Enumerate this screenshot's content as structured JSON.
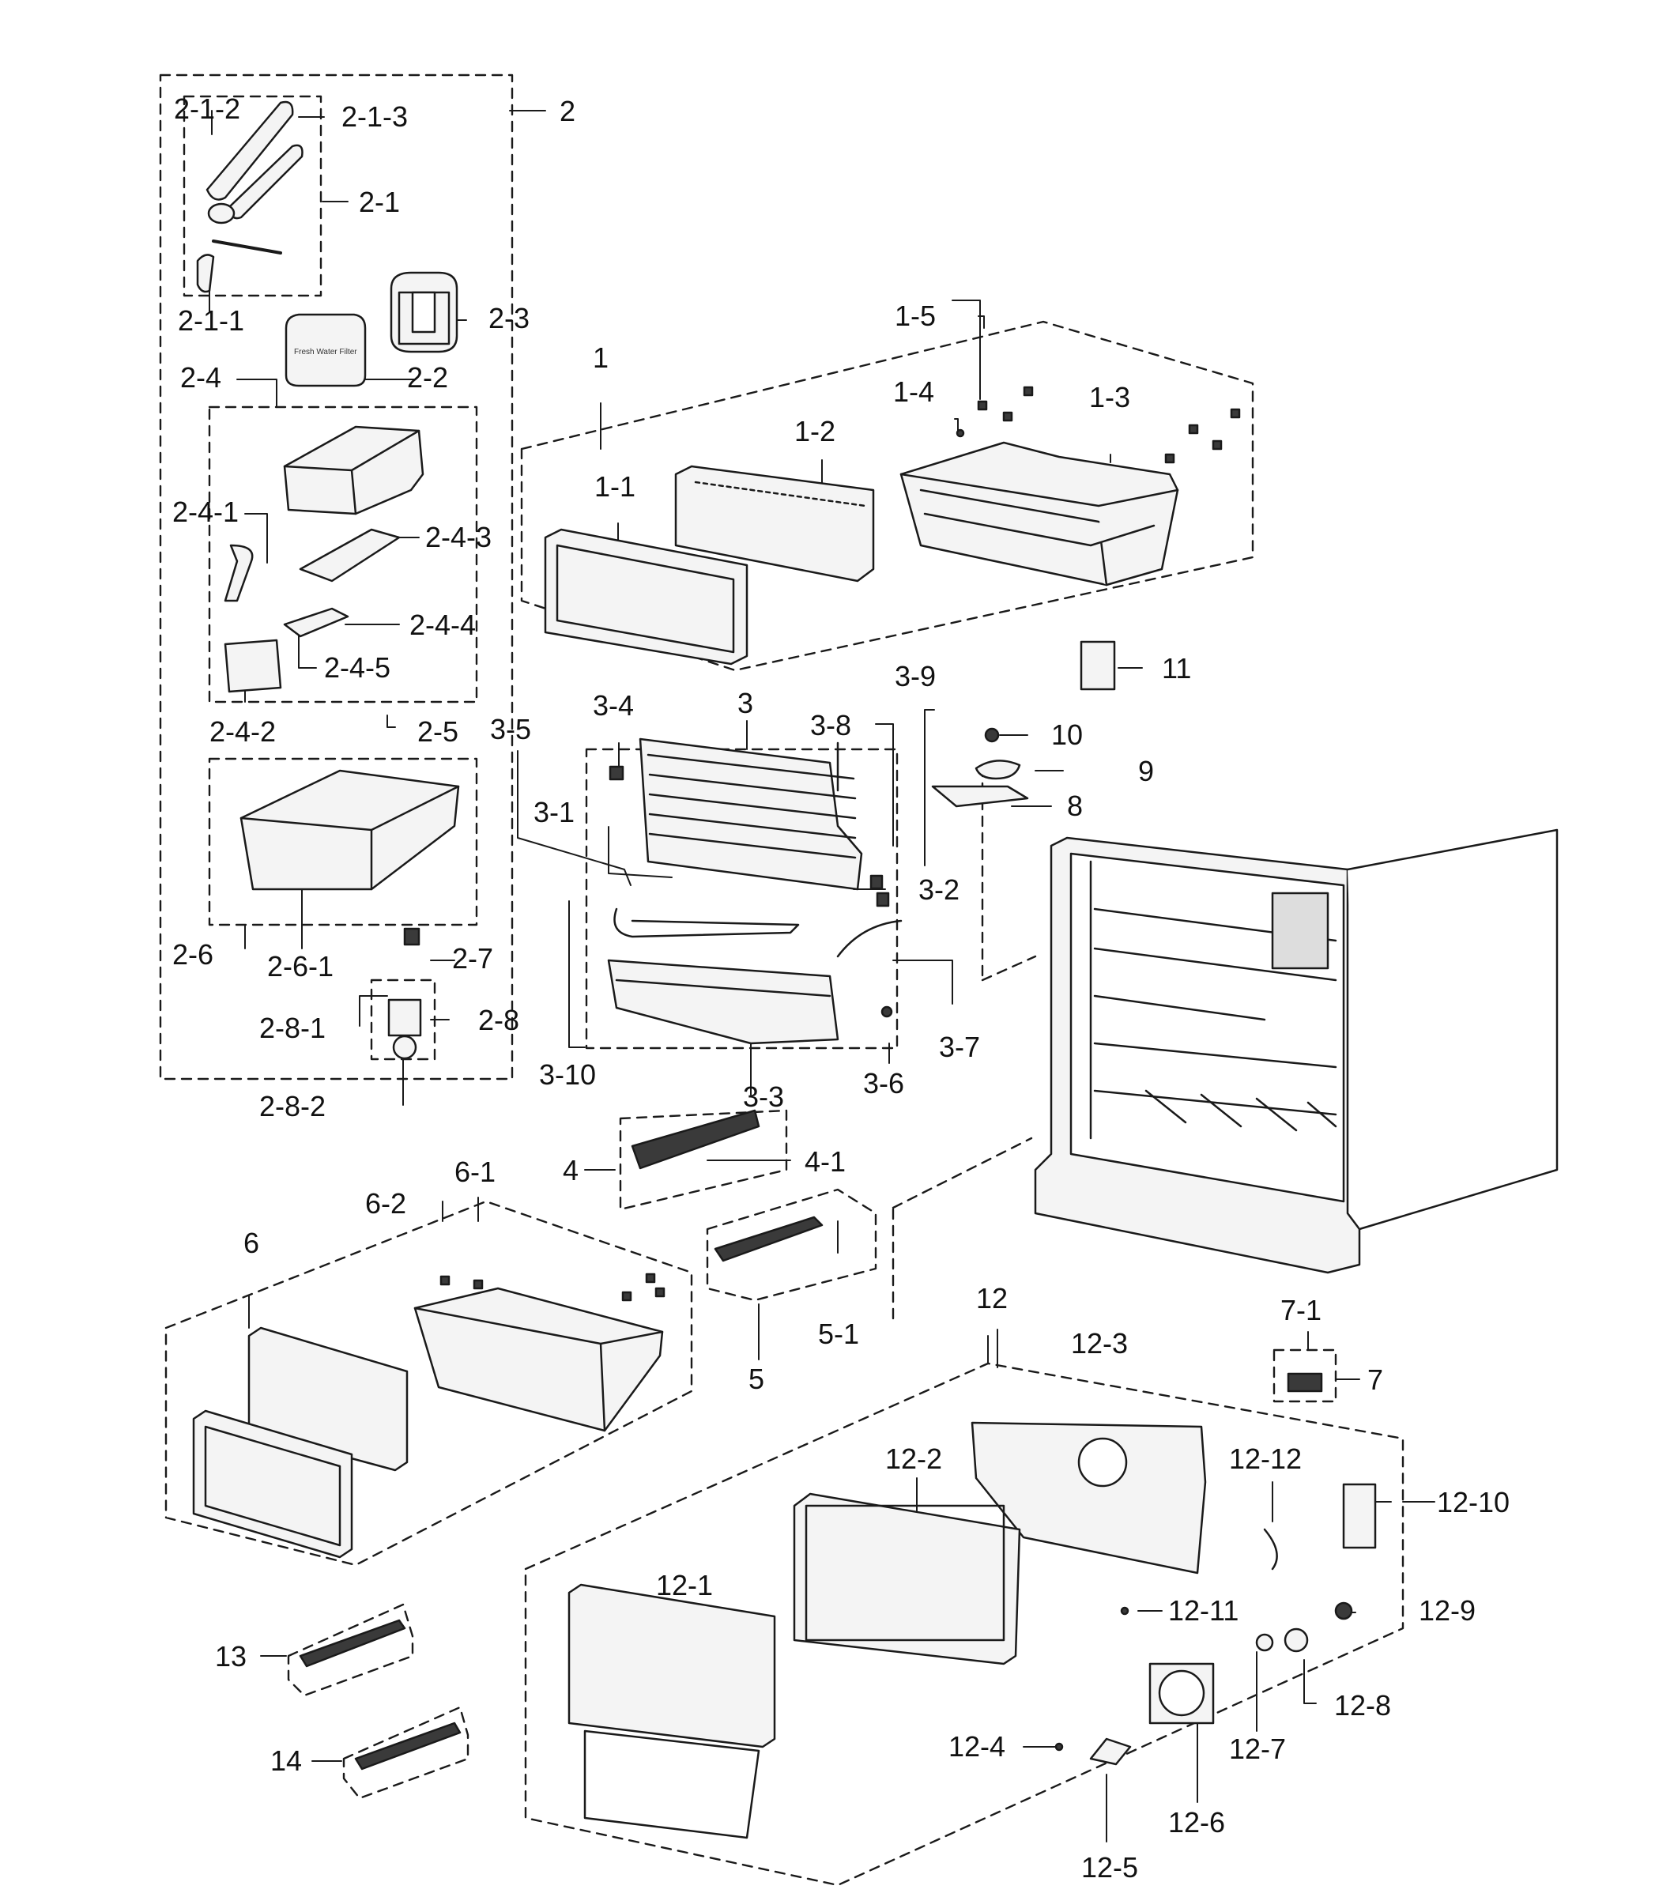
{
  "colors": {
    "ink": "#111111",
    "line": "#1a1a1a",
    "part_fill": "#f4f4f4",
    "dark_fill": "#3a3a3a"
  },
  "callouts": {
    "c1": "1",
    "c1_1": "1-1",
    "c1_2": "1-2",
    "c1_3": "1-3",
    "c1_4": "1-4",
    "c1_5": "1-5",
    "c2": "2",
    "c2_1": "2-1",
    "c2_1_1": "2-1-1",
    "c2_1_2": "2-1-2",
    "c2_1_3": "2-1-3",
    "c2_2": "2-2",
    "c2_3": "2-3",
    "c2_4": "2-4",
    "c2_4_1": "2-4-1",
    "c2_4_2": "2-4-2",
    "c2_4_3": "2-4-3",
    "c2_4_4": "2-4-4",
    "c2_4_5": "2-4-5",
    "c2_5": "2-5",
    "c2_6": "2-6",
    "c2_6_1": "2-6-1",
    "c2_7": "2-7",
    "c2_8": "2-8",
    "c2_8_1": "2-8-1",
    "c2_8_2": "2-8-2",
    "c3": "3",
    "c3_1": "3-1",
    "c3_2": "3-2",
    "c3_3": "3-3",
    "c3_4": "3-4",
    "c3_5": "3-5",
    "c3_6": "3-6",
    "c3_7": "3-7",
    "c3_8": "3-8",
    "c3_9": "3-9",
    "c3_10": "3-10",
    "c4": "4",
    "c4_1": "4-1",
    "c5": "5",
    "c5_1": "5-1",
    "c6": "6",
    "c6_1": "6-1",
    "c6_2": "6-2",
    "c7": "7",
    "c7_1": "7-1",
    "c8": "8",
    "c9": "9",
    "c10": "10",
    "c11": "11",
    "c12": "12",
    "c12_1": "12-1",
    "c12_2": "12-2",
    "c12_3": "12-3",
    "c12_4": "12-4",
    "c12_5": "12-5",
    "c12_6": "12-6",
    "c12_7": "12-7",
    "c12_8": "12-8",
    "c12_9": "12-9",
    "c12_10": "12-10",
    "c12_11": "12-11",
    "c12_12": "12-12",
    "c13": "13",
    "c14": "14"
  },
  "box_label": "Fresh Water Filter"
}
